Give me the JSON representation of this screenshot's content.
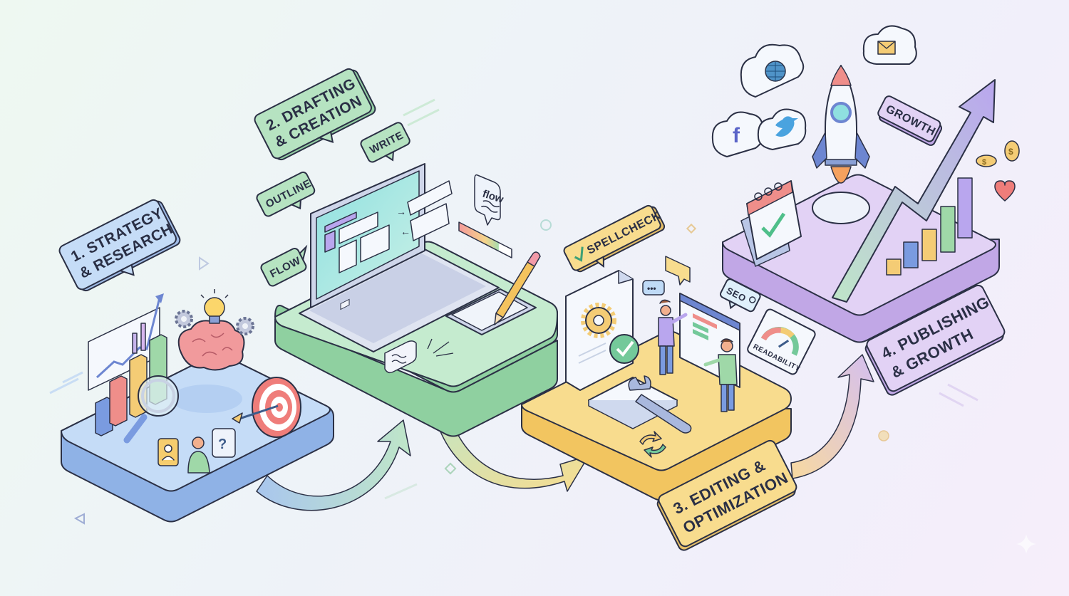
{
  "diagram": {
    "type": "isometric-process-flow",
    "colors": {
      "stage1": "#b9d3f4",
      "stage2": "#bfe6c8",
      "stage3": "#f8dc8e",
      "stage4": "#dccaf0",
      "ink": "#2b3045",
      "background": "#f0f4f8"
    },
    "stages": [
      {
        "id": "stage-1",
        "title": "1. STRATEGY",
        "title_line2": "& RESEARCH",
        "icons": [
          "bar-chart-icon",
          "trend-arrow-icon",
          "magnifier-icon",
          "brain-icon",
          "lightbulb-icon",
          "gear-icon",
          "target-icon",
          "arrow-icon",
          "persona-card-icon",
          "user-icon",
          "question-bubble-icon"
        ]
      },
      {
        "id": "stage-2",
        "title": "2. DRAFTING",
        "title_line2": "& CREATION",
        "tags": [
          "OUTLINE",
          "WRITE",
          "FLOW"
        ],
        "flow_bubble": "flow",
        "icons": [
          "laptop-icon",
          "tablet-icon",
          "pencil-icon",
          "progress-bar-icon",
          "wave-note-icon"
        ]
      },
      {
        "id": "stage-3",
        "title": "3. EDITING &",
        "title_line2": "OPTIMIZATION",
        "tags": [
          "SPELLCHECK",
          "SEO",
          "READABILITY"
        ],
        "icons": [
          "document-gear-icon",
          "check-circle-icon",
          "wrench-icon",
          "browser-window-icon",
          "gauge-icon",
          "refresh-icon",
          "chat-bubble-icon",
          "people-icon"
        ]
      },
      {
        "id": "stage-4",
        "title": "4. PUBLISHING",
        "title_line2": "& GROWTH",
        "tags": [
          "GROWTH"
        ],
        "icons": [
          "rocket-icon",
          "calendar-check-icon",
          "growth-arrow-icon",
          "bar-chart-icon",
          "coin-icon",
          "heart-icon",
          "cloud-globe-icon",
          "cloud-mail-icon",
          "cloud-facebook-icon",
          "cloud-twitter-icon"
        ]
      }
    ],
    "social": {
      "facebook": "f"
    },
    "connectors": [
      {
        "from": "stage-1",
        "to": "stage-2"
      },
      {
        "from": "stage-2",
        "to": "stage-3"
      },
      {
        "from": "stage-3",
        "to": "stage-4"
      }
    ]
  }
}
